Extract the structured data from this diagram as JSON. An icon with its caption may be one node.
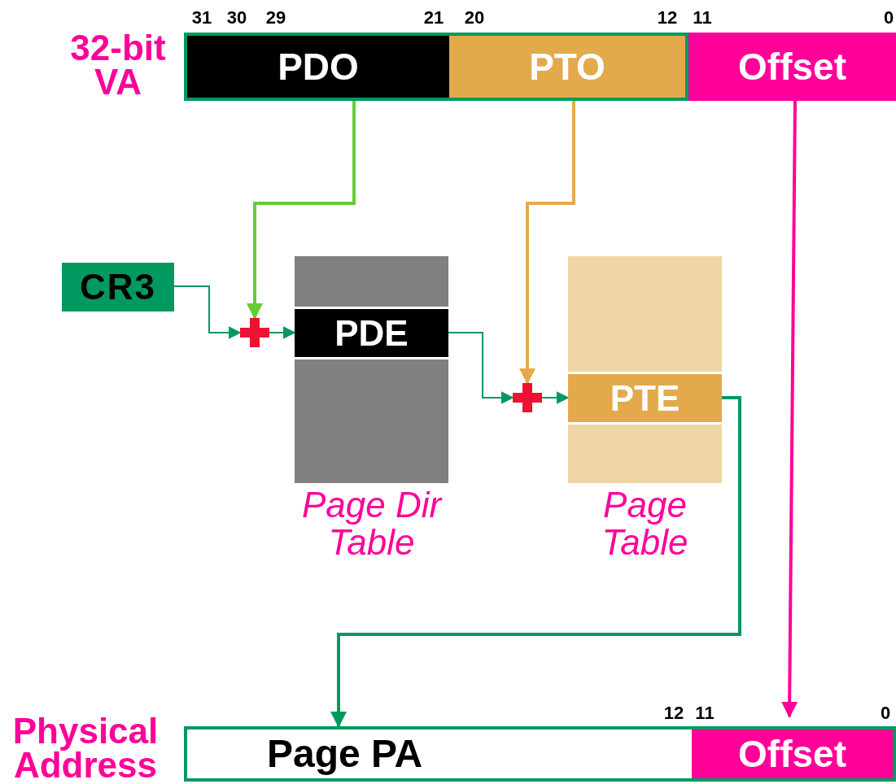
{
  "diagram": {
    "nodes": [
      {
        "text": [
          "32-bit VA"
        ]
      },
      {
        "text": [
          "PDO"
        ],
        "in": 0
      },
      {
        "text": [
          "PTO"
        ],
        "in": 0
      },
      {
        "text": [
          "Offset"
        ],
        "in": 0
      },
      {
        "text": [
          "CR3"
        ]
      },
      {
        "text": [],
        "shape": "cross"
      },
      {
        "text": [
          "Page Dir Table"
        ]
      },
      {
        "text": [
          "PDE"
        ],
        "in": 6
      },
      {
        "text": [],
        "shape": "cross"
      },
      {
        "text": [
          "Page Table"
        ]
      },
      {
        "text": [
          "PTE"
        ],
        "in": 9
      },
      {
        "text": [
          "Physical Address"
        ]
      },
      {
        "text": [
          "Page PA"
        ],
        "in": 11
      },
      {
        "text": [
          "Offset"
        ],
        "in": 11
      }
    ],
    "edges": [
      {
        "from": 1,
        "to": 5,
        "arrow": "to",
        "style": "thick",
        "color": "#66cc33"
      },
      {
        "from": 2,
        "to": 8,
        "arrow": "to",
        "style": "thick",
        "color": "#e3aa4b"
      },
      {
        "from": 3,
        "to": 13,
        "arrow": "to",
        "style": "thick",
        "color": "#ff0099"
      },
      {
        "from": 4,
        "to": 5,
        "arrow": "to"
      },
      {
        "from": 5,
        "to": 7,
        "arrow": "to"
      },
      {
        "from": 7,
        "to": 8,
        "arrow": "to"
      },
      {
        "from": 8,
        "to": 10,
        "arrow": "to"
      },
      {
        "from": 10,
        "to": 12,
        "arrow": "to",
        "style": "thick"
      }
    ],
    "labels": [
      "31",
      "30",
      "29",
      "21",
      "20",
      "12",
      "11",
      "0",
      "12",
      "11",
      "0"
    ]
  }
}
